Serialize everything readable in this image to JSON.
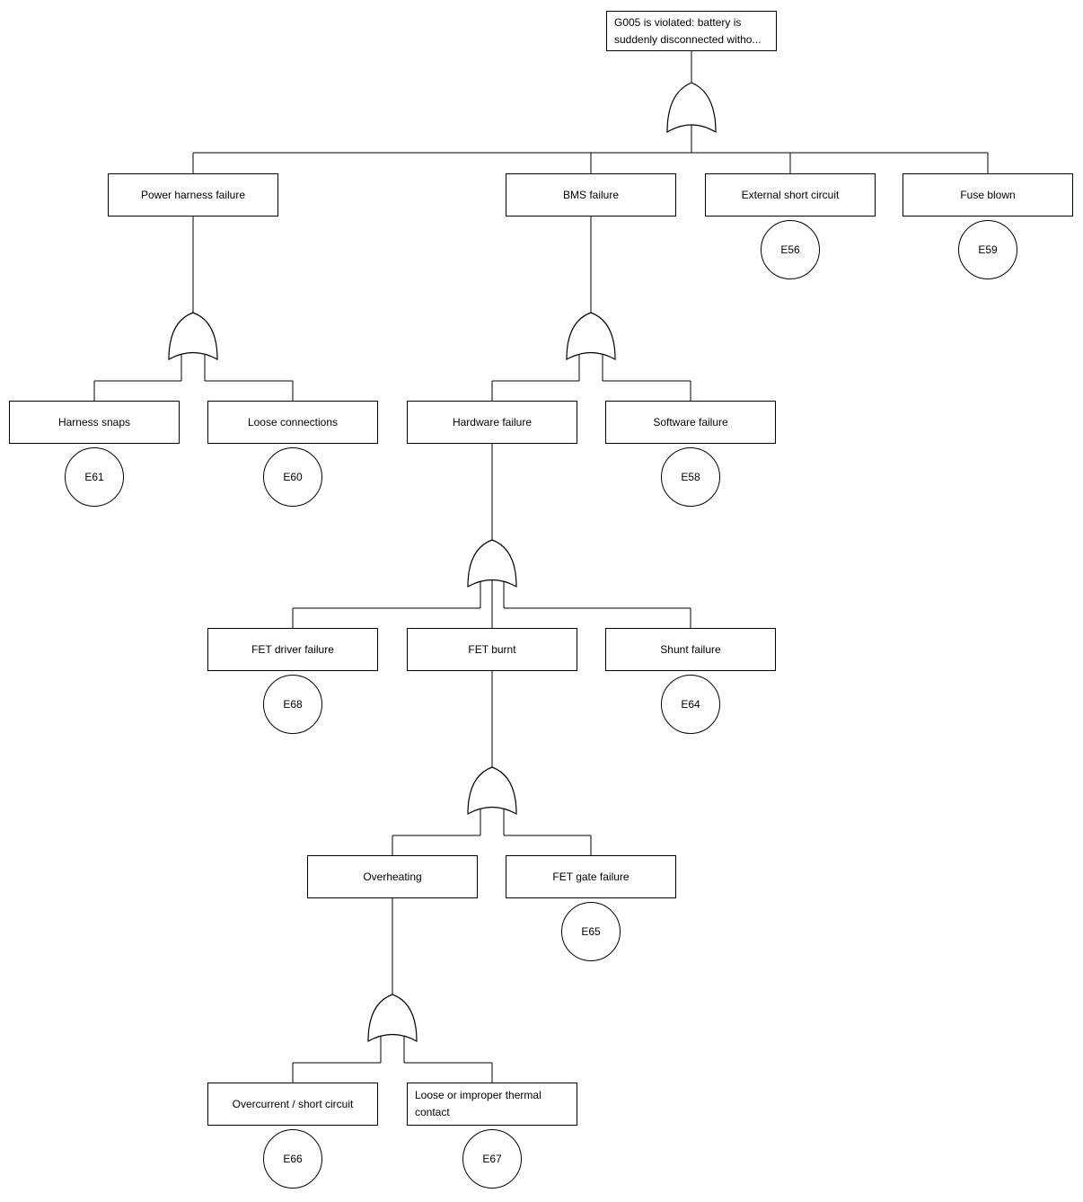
{
  "colors": {
    "background": "#ffffff",
    "line": "#000000",
    "node_border": "#000000",
    "node_fill": "#ffffff",
    "text": "#000000"
  },
  "nodes": {
    "top_event": {
      "label": "G005 is violated: battery is suddenly disconnected witho...",
      "gate": "OR",
      "children": [
        "power_harness_failure",
        "bms_failure",
        "external_short_circuit",
        "fuse_blown"
      ]
    },
    "power_harness_failure": {
      "label": "Power harness failure",
      "gate": "OR",
      "children": [
        "harness_snaps",
        "loose_connections"
      ]
    },
    "bms_failure": {
      "label": "BMS failure",
      "gate": "OR",
      "children": [
        "hardware_failure",
        "software_failure"
      ]
    },
    "external_short_circuit": {
      "label": "External short circuit",
      "event_id": "E56"
    },
    "fuse_blown": {
      "label": "Fuse blown",
      "event_id": "E59"
    },
    "harness_snaps": {
      "label": "Harness snaps",
      "event_id": "E61"
    },
    "loose_connections": {
      "label": "Loose connections",
      "event_id": "E60"
    },
    "hardware_failure": {
      "label": "Hardware failure",
      "gate": "OR",
      "children": [
        "fet_driver_failure",
        "fet_burnt",
        "shunt_failure"
      ]
    },
    "software_failure": {
      "label": "Software failure",
      "event_id": "E58"
    },
    "fet_driver_failure": {
      "label": "FET driver failure",
      "event_id": "E68"
    },
    "fet_burnt": {
      "label": "FET burnt",
      "gate": "OR",
      "children": [
        "overheating",
        "fet_gate_failure"
      ]
    },
    "shunt_failure": {
      "label": "Shunt failure",
      "event_id": "E64"
    },
    "overheating": {
      "label": "Overheating",
      "gate": "OR",
      "children": [
        "overcurrent_short_circuit",
        "thermal_contact"
      ]
    },
    "fet_gate_failure": {
      "label": "FET gate failure",
      "event_id": "E65"
    },
    "overcurrent_short_circuit": {
      "label": "Overcurrent / short circuit",
      "event_id": "E66"
    },
    "thermal_contact": {
      "label": "Loose or improper thermal contact",
      "event_id": "E67"
    }
  }
}
